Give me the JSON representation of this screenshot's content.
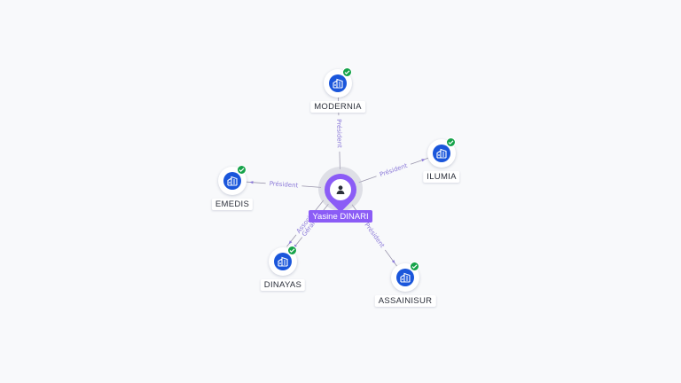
{
  "center": {
    "name": "Yasine DINARI",
    "icon": "person-icon",
    "color": "#8b5cf6"
  },
  "companies": [
    {
      "id": "modernia",
      "name": "MODERNIA",
      "icon": "building-icon",
      "verified": true
    },
    {
      "id": "ilumia",
      "name": "ILUMIA",
      "icon": "building-icon",
      "verified": true
    },
    {
      "id": "emedis",
      "name": "EMEDIS",
      "icon": "building-icon",
      "verified": true
    },
    {
      "id": "dinayas",
      "name": "DINAYAS",
      "icon": "building-icon",
      "verified": true
    },
    {
      "id": "assainisur",
      "name": "ASSAINISUR",
      "icon": "building-icon",
      "verified": true
    }
  ],
  "relations": [
    {
      "target": "modernia",
      "label": "Président"
    },
    {
      "target": "ilumia",
      "label": "Président"
    },
    {
      "target": "emedis",
      "label": "Président"
    },
    {
      "target": "dinayas",
      "label": "Gérant"
    },
    {
      "target": "dinayas",
      "label": "Associé"
    },
    {
      "target": "assainisur",
      "label": "Président"
    }
  ],
  "colors": {
    "company": "#1a56db",
    "verified": "#16a34a",
    "edge": "#9a96ac",
    "edge_label": "#8b79d8"
  }
}
